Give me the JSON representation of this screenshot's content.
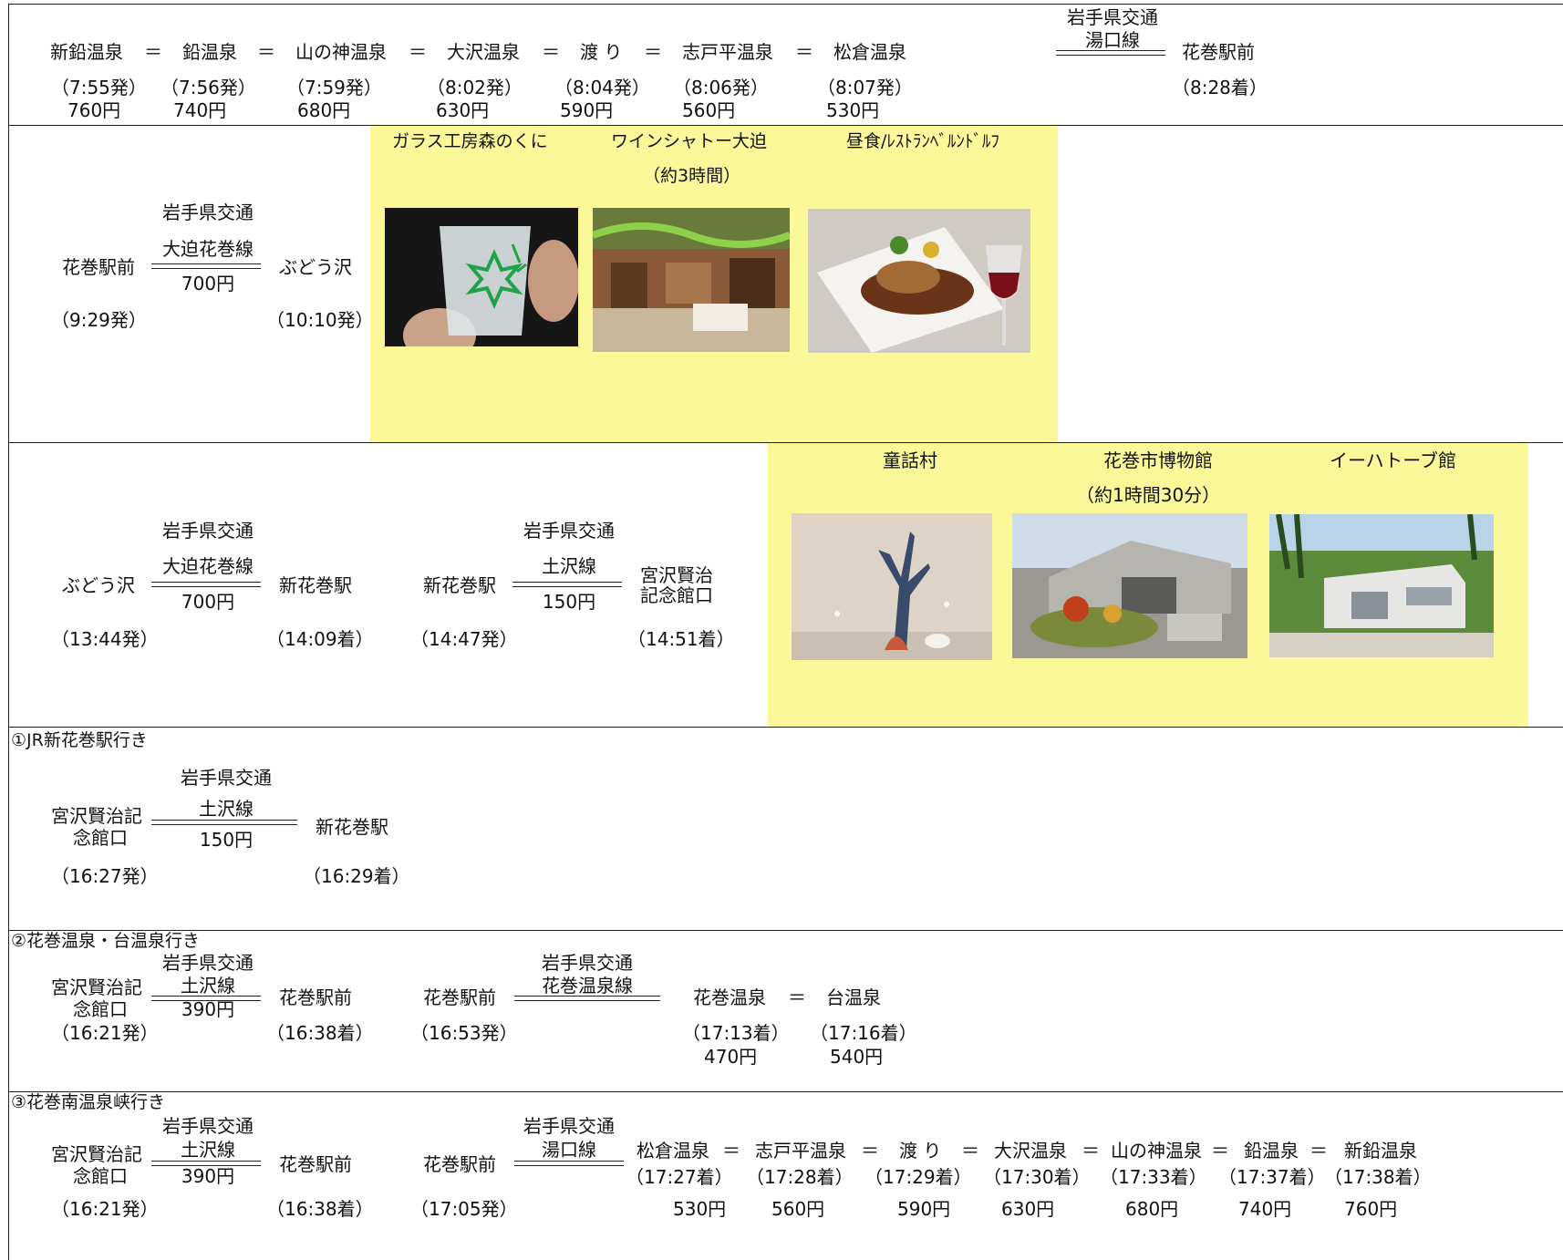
{
  "morning": {
    "stops": [
      {
        "name": "新鉛温泉",
        "time": "（7:55発）",
        "fare": "760円"
      },
      {
        "name": "鉛温泉",
        "time": "（7:56発）",
        "fare": "740円"
      },
      {
        "name": "山の神温泉",
        "time": "（7:59発）",
        "fare": "680円"
      },
      {
        "name": "大沢温泉",
        "time": "（8:02発）",
        "fare": "630円"
      },
      {
        "name": "渡 り",
        "time": "（8:04発）",
        "fare": "590円"
      },
      {
        "name": "志戸平温泉",
        "time": "（8:06発）",
        "fare": "560円"
      },
      {
        "name": "松倉温泉",
        "time": "（8:07発）",
        "fare": "530円"
      }
    ],
    "sep": "＝",
    "company": "岩手県交通",
    "line": "湯口線",
    "dest": "花巻駅前",
    "dest_time": "（8:28着）"
  },
  "row2": {
    "from": "花巻駅前",
    "from_time": "（9:29発）",
    "company": "岩手県交通",
    "line": "大迫花巻線",
    "fare": "700円",
    "to": "ぶどう沢",
    "to_time": "（10:10発）",
    "spots": [
      "ガラス工房森のくに",
      "ワインシャトー大迫",
      "昼食/ﾚｽﾄﾗﾝﾍﾞﾙﾝﾄﾞﾙﾌ"
    ],
    "duration": "（約3時間）"
  },
  "row3": {
    "seg1": {
      "from": "ぶどう沢",
      "from_time": "（13:44発）",
      "company": "岩手県交通",
      "line": "大迫花巻線",
      "fare": "700円",
      "to": "新花巻駅",
      "to_time": "（14:09着）"
    },
    "seg2": {
      "from": "新花巻駅",
      "from_time": "（14:47発）",
      "company": "岩手県交通",
      "line": "土沢線",
      "fare": "150円",
      "to1": "宮沢賢治",
      "to2": "記念館口",
      "to_time": "（14:51着）"
    },
    "spots": [
      "童話村",
      "花巻市博物館",
      "イーハトーブ館"
    ],
    "duration": "（約1時間30分）"
  },
  "opt1": {
    "title": "①JR新花巻駅行き",
    "from1": "宮沢賢治記",
    "from2": "念館口",
    "from_time": "（16:27発）",
    "company": "岩手県交通",
    "line": "土沢線",
    "fare": "150円",
    "to": "新花巻駅",
    "to_time": "（16:29着）"
  },
  "opt2": {
    "title": "②花巻温泉・台温泉行き",
    "from1": "宮沢賢治記",
    "from2": "念館口",
    "from_time": "（16:21発）",
    "company": "岩手県交通",
    "line": "土沢線",
    "fare": "390円",
    "to": "花巻駅前",
    "to_time": "（16:38着）",
    "from_b": "花巻駅前",
    "from_b_time": "（16:53発）",
    "company_b": "岩手県交通",
    "line_b": "花巻温泉線",
    "stops": [
      {
        "name": "花巻温泉",
        "time": "（17:13着）",
        "fare": "470円"
      },
      {
        "name": "台温泉",
        "time": "（17:16着）",
        "fare": "540円"
      }
    ],
    "sep": "＝"
  },
  "opt3": {
    "title": "③花巻南温泉峡行き",
    "from1": "宮沢賢治記",
    "from2": "念館口",
    "from_time": "（16:21発）",
    "company": "岩手県交通",
    "line": "土沢線",
    "fare": "390円",
    "to": "花巻駅前",
    "to_time": "（16:38着）",
    "from_b": "花巻駅前",
    "from_b_time": "（17:05発）",
    "company_b": "岩手県交通",
    "line_b": "湯口線",
    "stops": [
      {
        "name": "松倉温泉",
        "time": "（17:27着）",
        "fare": "530円"
      },
      {
        "name": "志戸平温泉",
        "time": "（17:28着）",
        "fare": "560円"
      },
      {
        "name": "渡 り",
        "time": "（17:29着）",
        "fare": "590円"
      },
      {
        "name": "大沢温泉",
        "time": "（17:30着）",
        "fare": "630円"
      },
      {
        "name": "山の神温泉",
        "time": "（17:33着）",
        "fare": "680円"
      },
      {
        "name": "鉛温泉",
        "time": "（17:37着）",
        "fare": "740円"
      },
      {
        "name": "新鉛温泉",
        "time": "（17:38着）",
        "fare": "760円"
      }
    ],
    "sep": "＝"
  }
}
